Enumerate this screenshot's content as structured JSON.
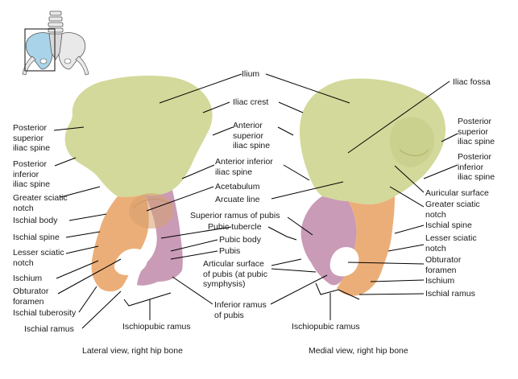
{
  "colors": {
    "ilium": "#d3d99a",
    "ischium": "#ecae78",
    "pubis": "#c99bb6",
    "inset_highlight": "#a9d3e8",
    "line": "#000000"
  },
  "labels": {
    "ilium": "Ilium",
    "iliac_crest": "Iliac crest",
    "ant_sup_iliac_spine": "Anterior\nsuperior\niliac spine",
    "ant_inf_iliac_spine": "Anterior inferior\niliac spine",
    "acetabulum": "Acetabulum",
    "post_sup_iliac_spine_left": "Posterior\nsuperior\niliac spine",
    "post_inf_iliac_spine_left": "Posterior\ninferior\niliac spine",
    "greater_sciatic_notch_left": "Greater sciatic\nnotch",
    "ischial_body": "Ischial body",
    "ischial_spine_left": "Ischial spine",
    "lesser_sciatic_notch_left": "Lesser sciatic\nnotch",
    "ischium_left": "Ischium",
    "obturator_foramen_left": "Obturator\nforamen",
    "ischial_tuberosity": "Ischial tuberosity",
    "ischial_ramus_left": "Ischial ramus",
    "ischiopubic_ramus_left": "Ischiopubic ramus",
    "arcuate_line": "Arcuate line",
    "superior_ramus_pubis": "Superior ramus of pubis",
    "pubic_tubercle": "Pubic tubercle",
    "pubic_body": "Pubic body",
    "pubis": "Pubis",
    "articular_surface": "Articular surface\nof pubis (at pubic\nsymphysis)",
    "inferior_ramus_pubis": "Inferior ramus\nof pubis",
    "iliac_fossa": "Iliac fossa",
    "post_sup_iliac_spine_right": "Posterior\nsuperior\niliac spine",
    "post_inf_iliac_spine_right": "Posterior\ninferior\niliac spine",
    "auricular_surface": "Auricular surface",
    "greater_sciatic_notch_right": "Greater sciatic\nnotch",
    "ischial_spine_right": "Ischial spine",
    "lesser_sciatic_notch_right": "Lesser sciatic\nnotch",
    "obturator_foramen_right": "Obturator\nforamen",
    "ischium_right": "Ischium",
    "ischial_ramus_right": "Ischial ramus",
    "ischiopubic_ramus_right": "Ischiopubic ramus"
  },
  "captions": {
    "lateral": "Lateral view, right hip bone",
    "medial": "Medial view, right hip bone"
  }
}
